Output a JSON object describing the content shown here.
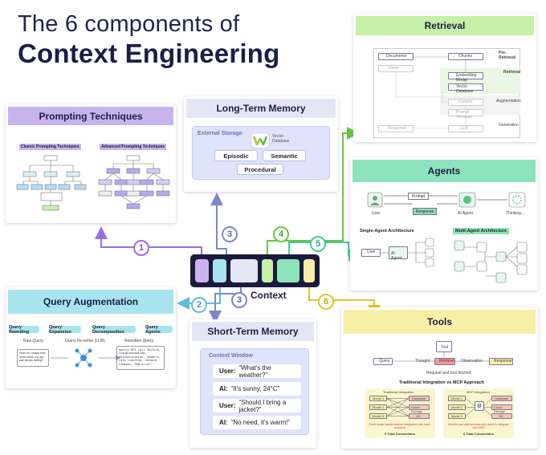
{
  "title": {
    "line1": "The 6 components of",
    "line2": "Context Engineering"
  },
  "center_label": "Context",
  "connectors": [
    "1",
    "2",
    "3",
    "3",
    "4",
    "5",
    "6"
  ],
  "colors": {
    "prompting": "#c9b3ee",
    "query": "#a8e4ee",
    "longterm": "#e4e6f6",
    "retrieval": "#c5f0a6",
    "agents": "#8de3bb",
    "tools": "#f6efa5",
    "context_bar": "#1a1a3c",
    "ltm_inner": "#dfe3fb"
  },
  "cards": {
    "prompting": {
      "title": "Prompting Techniques",
      "classic": "Classic Prompting Techniques",
      "advanced": "Advanced Prompting Techniques"
    },
    "query": {
      "title": "Query Augmentation",
      "tags": [
        "Query Rewriting",
        "Query Expansion",
        "Query Decomposition",
        "Query Agents"
      ],
      "labels": [
        "Raw Query",
        "Query Re-writer (LLM)",
        "Rewritten Query"
      ],
      "raw_text": "How do I make this work when my api call keeps failing?",
      "rewritten_text": "query=\"API call failure, troubleshooting authentication, headers, rate limiting, network timeout, 500 error\""
    },
    "longterm": {
      "title": "Long-Term Memory",
      "storage": "External Storage",
      "vector": "Vector Database",
      "types": [
        "Episodic",
        "Semantic",
        "Procedural"
      ]
    },
    "shortterm": {
      "title": "Short-Term Memory",
      "window": "Context Window",
      "messages": [
        {
          "who": "User:",
          "text": "“What's the weather?”"
        },
        {
          "who": "AI:",
          "text": "“It's sunny, 24°C”"
        },
        {
          "who": "User:",
          "text": "“Should I bring a jacket?”"
        },
        {
          "who": "AI:",
          "text": "“No need, it's warm!”"
        }
      ]
    },
    "retrieval": {
      "title": "Retrieval",
      "stages": [
        "Pre-Retrieval",
        "Retrieval",
        "Augmentation",
        "Generation"
      ],
      "nodes": [
        "Documents",
        "Chunks",
        "Users",
        "Embedding Model",
        "Vector Database",
        "Context",
        "Prompt Template",
        "LLM",
        "Response"
      ]
    },
    "agents": {
      "title": "Agents",
      "flow": [
        "User",
        "Prompt",
        "Response",
        "AI Agent",
        "Thinking..."
      ],
      "single": "Single-Agent Architecture",
      "multi": "Multi-Agent Architecture",
      "single_nodes": [
        "User",
        "AI Agent"
      ]
    },
    "tools": {
      "title": "Tools",
      "flow": [
        "Query",
        "Retrieve",
        "Tool",
        "Thought",
        "Observation",
        "Response"
      ],
      "caption": "Request and tool fetched",
      "compare": "Traditional Integration vs MCP Approach",
      "left_title": "Traditional Integration",
      "right_title": "MCP Integration",
      "left_models": [
        "Model 1",
        "Model 2",
        "Model 3"
      ],
      "left_tools": [
        "Database",
        "Cloud Storage",
        "Git"
      ],
      "right_models": [
        "Model 1",
        "Model 2",
        "Model 3"
      ],
      "right_tools": [
        "Database",
        "Cloud Storage",
        "Git"
      ],
      "left_caption": "Each model needs custom integration with each resource",
      "right_caption": "Models and data sources only need to integrate with MCP",
      "left_count": "9 Total Connections",
      "right_count": "6 Total Connections"
    }
  }
}
